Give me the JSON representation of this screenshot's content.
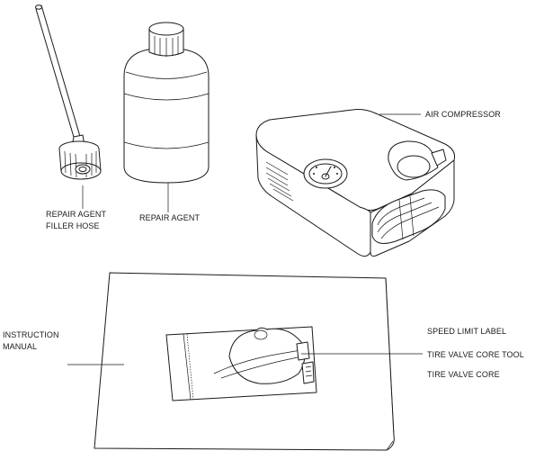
{
  "labels": {
    "filler_hose_line1": "REPAIR AGENT",
    "filler_hose_line2": "FILLER HOSE",
    "repair_agent": "REPAIR AGENT",
    "air_compressor": "AIR COMPRESSOR",
    "instruction_line1": "INSTRUCTION",
    "instruction_line2": "MANUAL",
    "speed_limit_label": "SPEED LIMIT LABEL",
    "valve_core_tool": "TIRE VALVE CORE TOOL",
    "valve_core": "TIRE VALVE CORE"
  }
}
